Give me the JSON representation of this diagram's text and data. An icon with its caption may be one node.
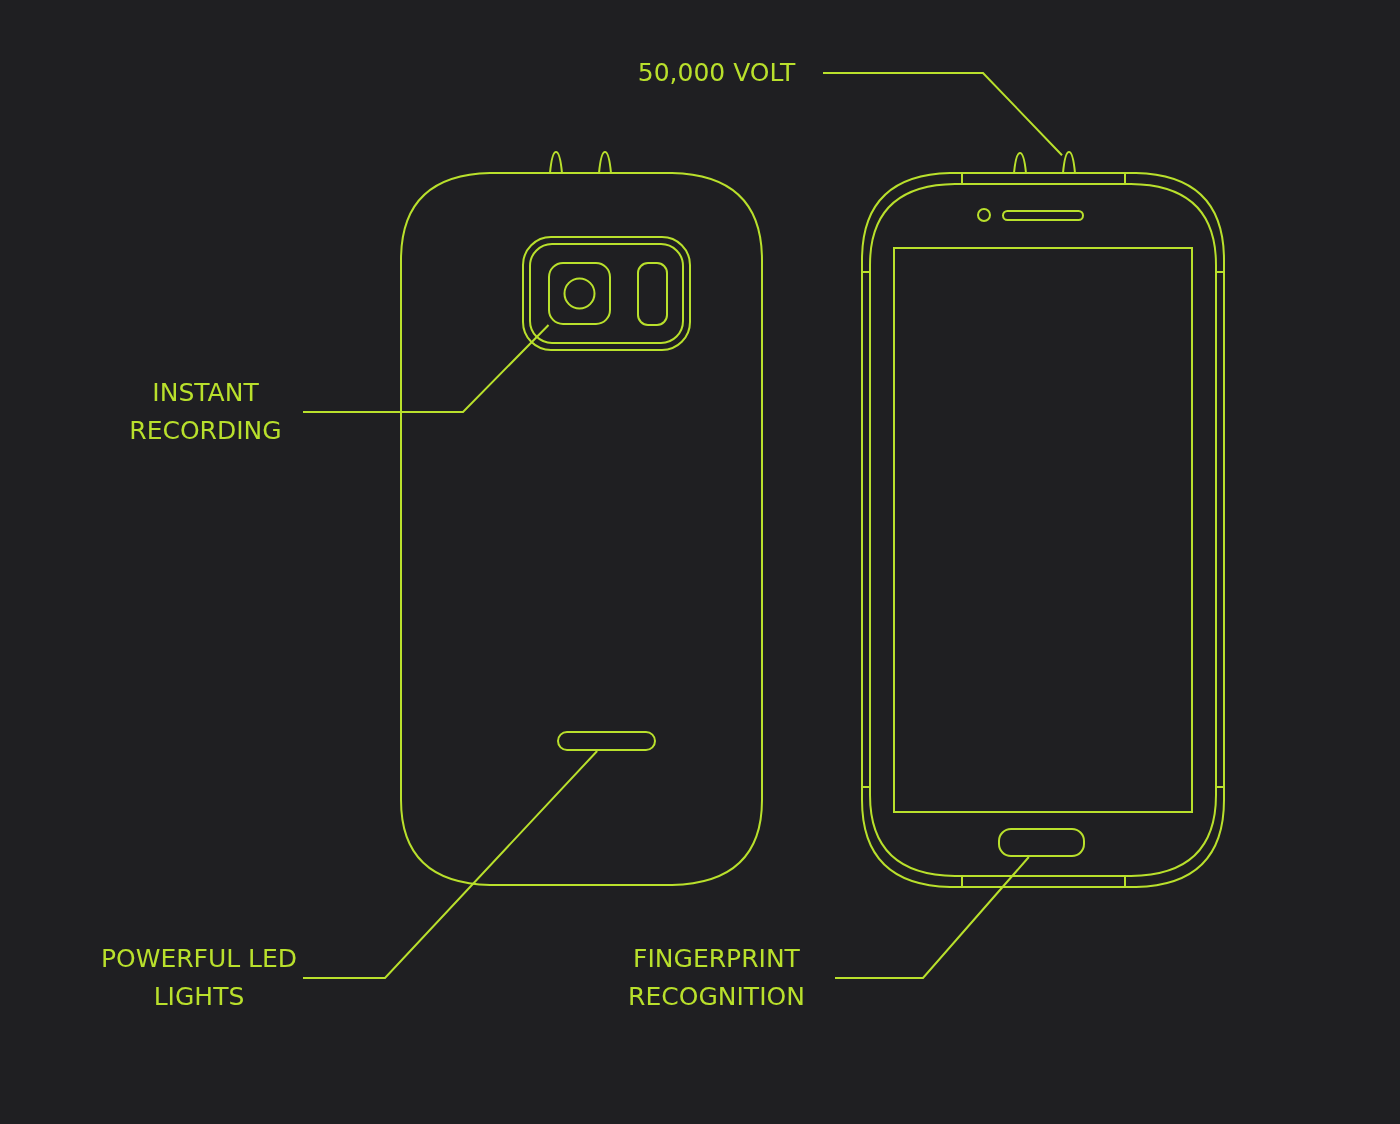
{
  "diagram": {
    "nodes": [
      {
        "text": [
          "50,000 VOLT"
        ]
      },
      {
        "text": [],
        "shape": "triangle"
      },
      {
        "text": [],
        "shape": "box"
      },
      {
        "text": [
          "INSTANT RECORDING"
        ]
      },
      {
        "text": [],
        "shape": "bar"
      },
      {
        "text": [
          "POWERFUL LED LIGHTS"
        ]
      },
      {
        "text": [],
        "shape": "box"
      },
      {
        "text": [
          "FINGERPRINT RECOGNITION"
        ]
      }
    ],
    "edges": [
      {
        "from": 0,
        "to": 1,
        "arrow": "none"
      },
      {
        "from": 3,
        "to": 2,
        "arrow": "none"
      },
      {
        "from": 5,
        "to": 4,
        "arrow": "none"
      },
      {
        "from": 7,
        "to": 6,
        "arrow": "none"
      }
    ]
  }
}
